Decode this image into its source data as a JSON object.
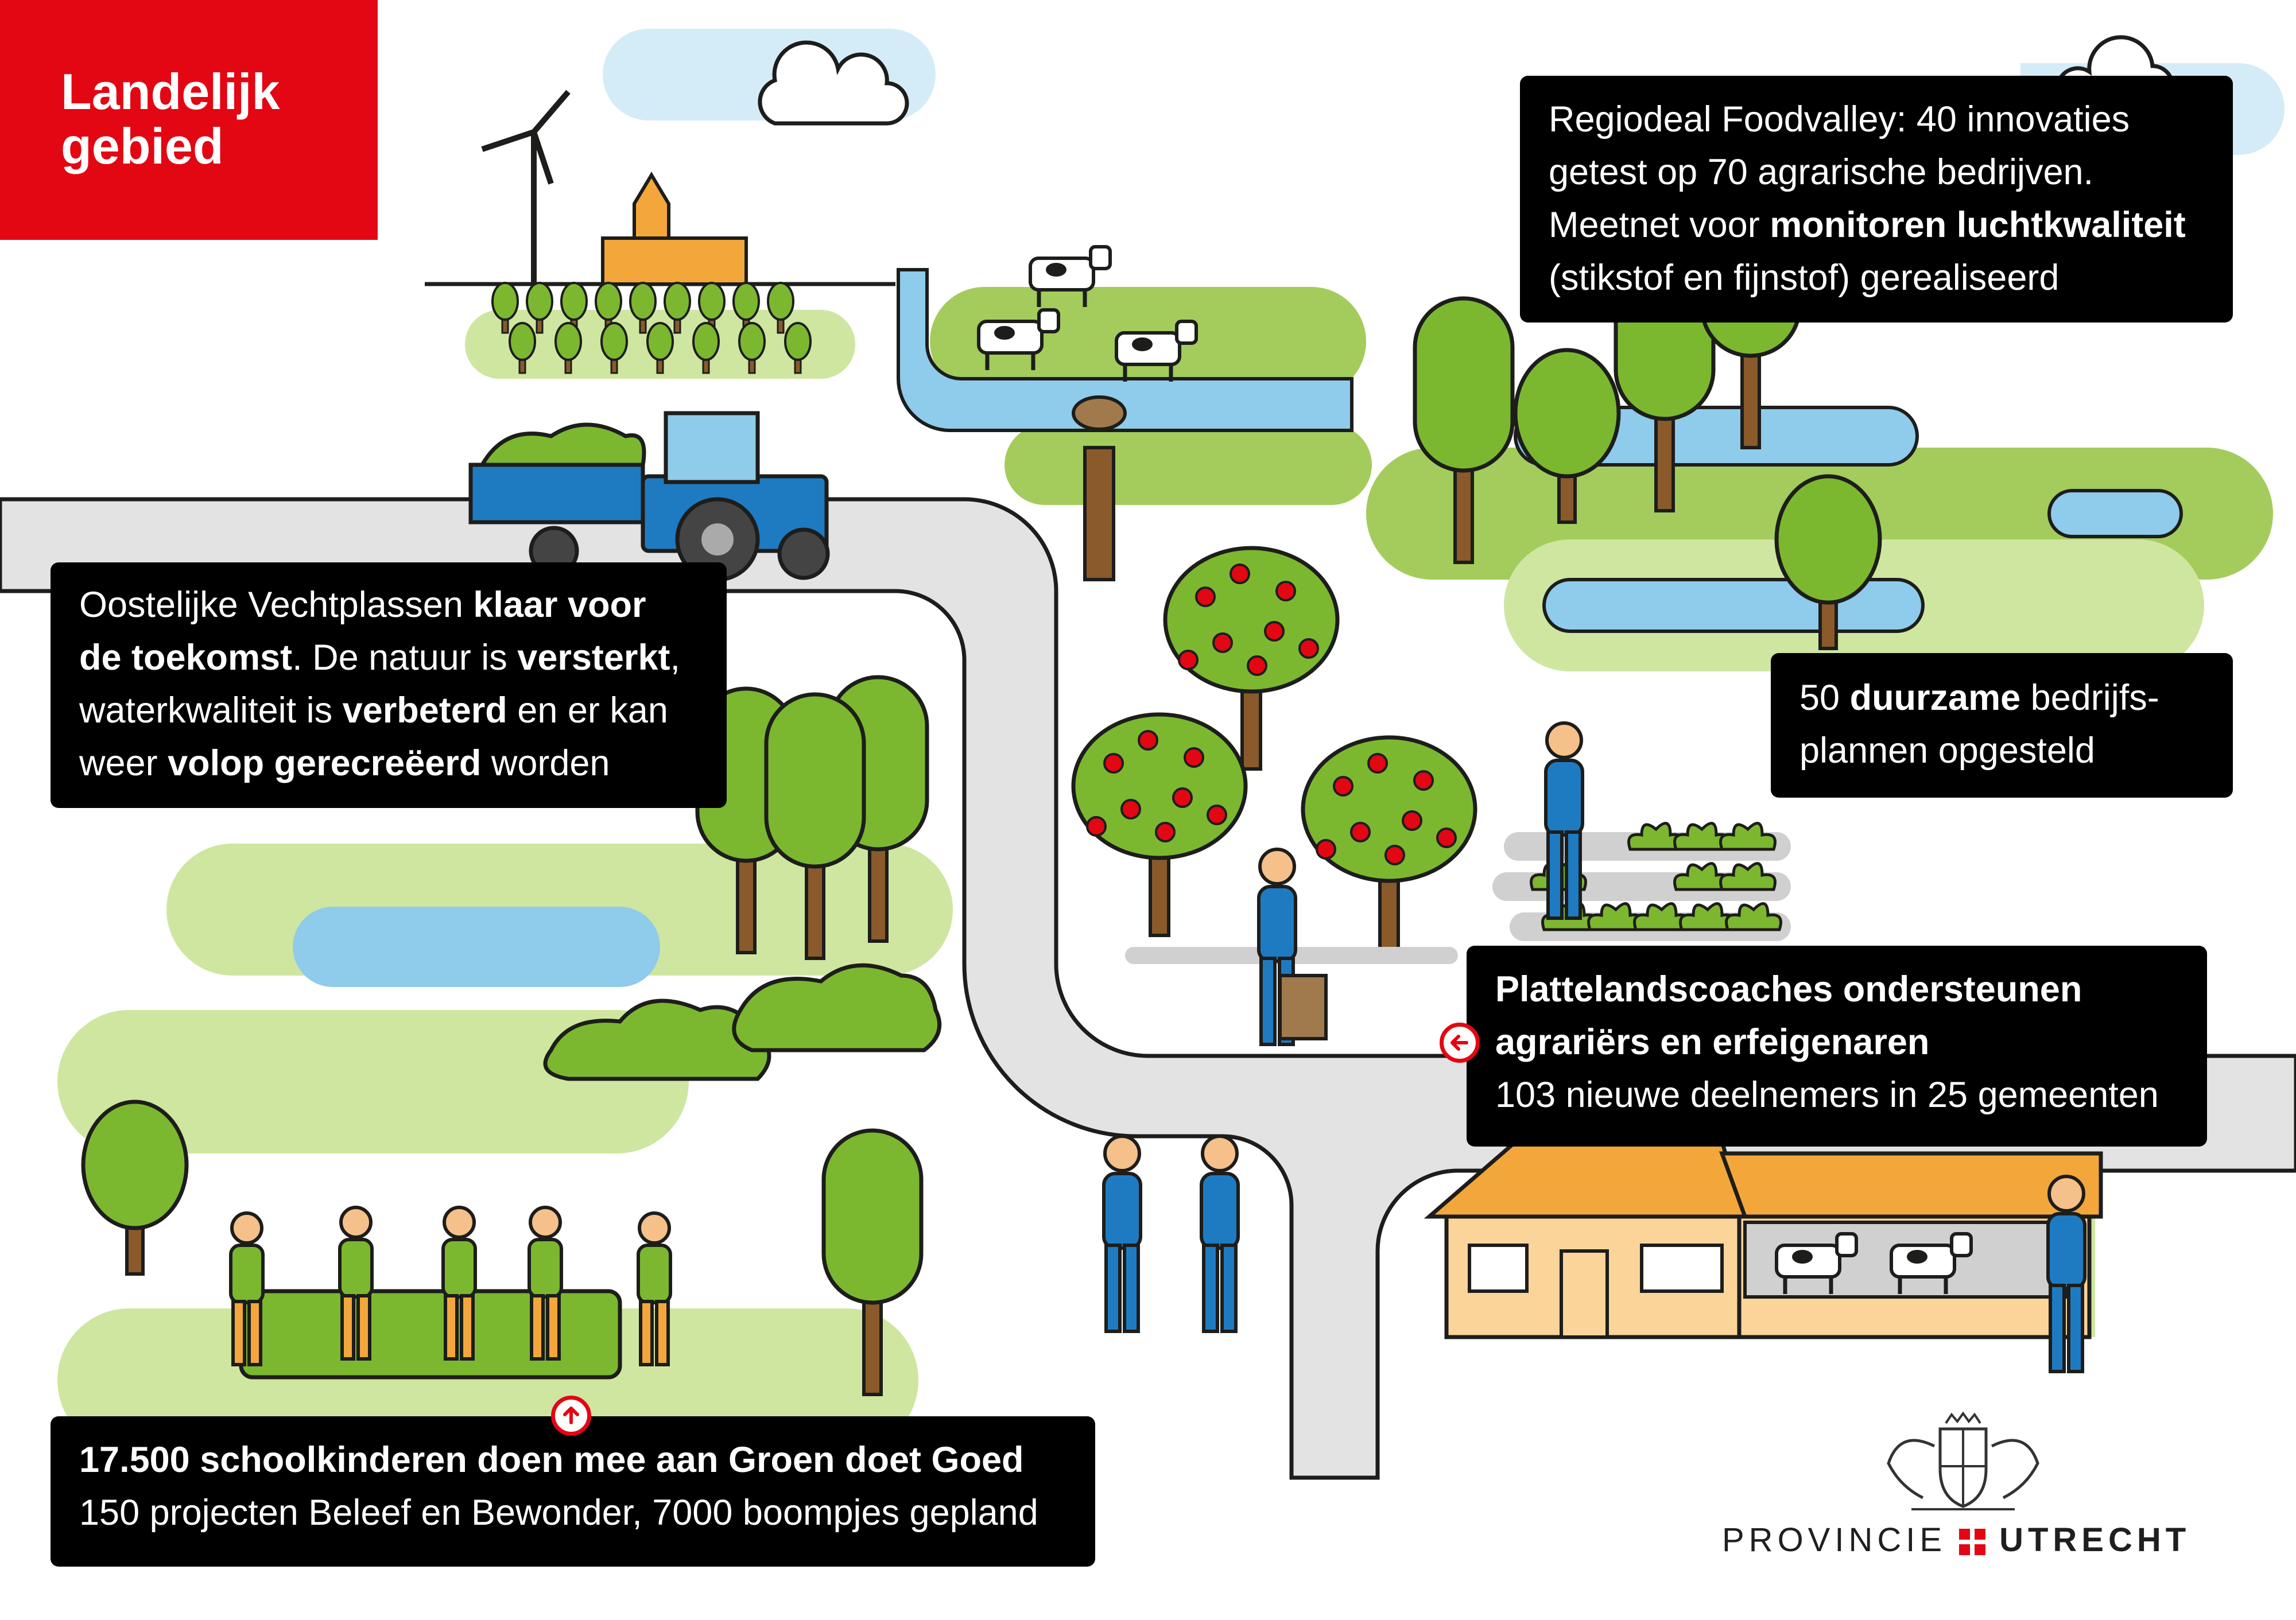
{
  "title": {
    "line1": "Landelijk",
    "line2": "gebied"
  },
  "boxes": {
    "foodvalley": {
      "line1": "Regiodeal Foodvalley: 40 innovaties",
      "line2": "getest op 70 agrarische bedrijven.",
      "line3_a": "Meetnet voor ",
      "line3_b": "monitoren luchtkwaliteit",
      "line4": "(stikstof en fijnstof) gerealiseerd"
    },
    "vecht": {
      "l1_a": "Oostelijke Vechtplassen ",
      "l1_b": "klaar voor",
      "l2_a": "de toekomst",
      "l2_b": ". De natuur is ",
      "l2_c": "versterkt",
      "l2_d": ",",
      "l3_a": "waterkwaliteit is ",
      "l3_b": "verbeterd",
      "l3_c": " en er kan",
      "l4_a": "weer ",
      "l4_b": "volop gerecreëerd",
      "l4_c": " worden"
    },
    "duurzaam": {
      "l1_a": "50 ",
      "l1_b": "duurzame",
      "l1_c": " bedrijfs-",
      "l2": "plannen opgesteld"
    },
    "coaches": {
      "l1": "Plattelandscoaches ondersteunen",
      "l2": "agrariërs en erfeigenaren",
      "l3": "103 nieuwe deelnemers in 25 gemeenten"
    },
    "school": {
      "l1": "17.500 schoolkinderen doen mee aan Groen doet Goed",
      "l2": "150 projecten Beleef en Bewonder, 7000 boompjes gepland"
    }
  },
  "logo": {
    "text_left": "PROVINCIE",
    "text_right": "UTRECHT"
  },
  "colors": {
    "red": "#e30613",
    "green": "#7cb82f",
    "lightgreen": "#cfe6a0",
    "water": "#8fcbea",
    "sky": "#d4ecf7",
    "road": "#e3e3e3",
    "orange": "#f3a73b",
    "blue": "#1f7bc1"
  }
}
